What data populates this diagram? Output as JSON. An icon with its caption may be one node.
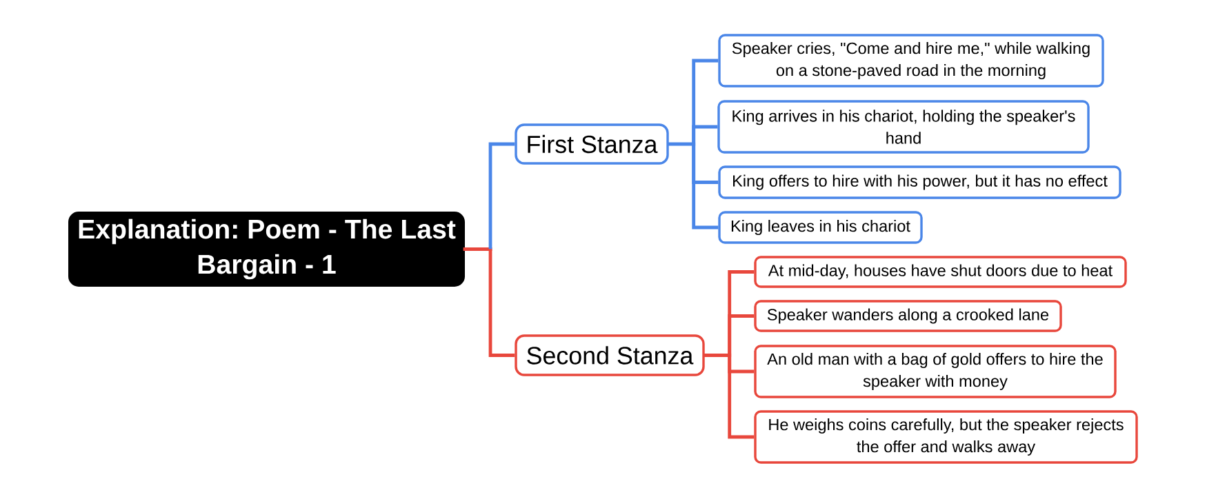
{
  "diagram": {
    "nodes": [
      {
        "text": [
          "Explanation: Poem - The Last Bargain - 1"
        ]
      },
      {
        "text": [
          "First Stanza"
        ]
      },
      {
        "text": [
          "Speaker cries, \"Come and hire me,\" while walking on a stone-paved road in the morning"
        ]
      },
      {
        "text": [
          "King arrives in his chariot, holding the speaker's hand"
        ]
      },
      {
        "text": [
          "King offers to hire with his power, but it has no effect"
        ]
      },
      {
        "text": [
          "King leaves in his chariot"
        ]
      },
      {
        "text": [
          "Second Stanza"
        ]
      },
      {
        "text": [
          "At mid-day, houses have shut doors due to heat"
        ]
      },
      {
        "text": [
          "Speaker wanders along a crooked lane"
        ]
      },
      {
        "text": [
          "An old man with a bag of gold offers to hire the speaker with money"
        ]
      },
      {
        "text": [
          "He weighs coins carefully, but the speaker rejects the offer and walks away"
        ]
      }
    ],
    "edges": [
      {
        "from": 0,
        "to": 1,
        "arrow": "none",
        "color": "#4a86e8"
      },
      {
        "from": 1,
        "to": 2,
        "arrow": "none",
        "color": "#4a86e8"
      },
      {
        "from": 1,
        "to": 3,
        "arrow": "none",
        "color": "#4a86e8"
      },
      {
        "from": 1,
        "to": 4,
        "arrow": "none",
        "color": "#4a86e8"
      },
      {
        "from": 1,
        "to": 5,
        "arrow": "none",
        "color": "#4a86e8"
      },
      {
        "from": 0,
        "to": 6,
        "arrow": "none",
        "color": "#e8473c"
      },
      {
        "from": 6,
        "to": 7,
        "arrow": "none",
        "color": "#e8473c"
      },
      {
        "from": 6,
        "to": 8,
        "arrow": "none",
        "color": "#e8473c"
      },
      {
        "from": 6,
        "to": 9,
        "arrow": "none",
        "color": "#e8473c"
      },
      {
        "from": 6,
        "to": 10,
        "arrow": "none",
        "color": "#e8473c"
      }
    ]
  }
}
